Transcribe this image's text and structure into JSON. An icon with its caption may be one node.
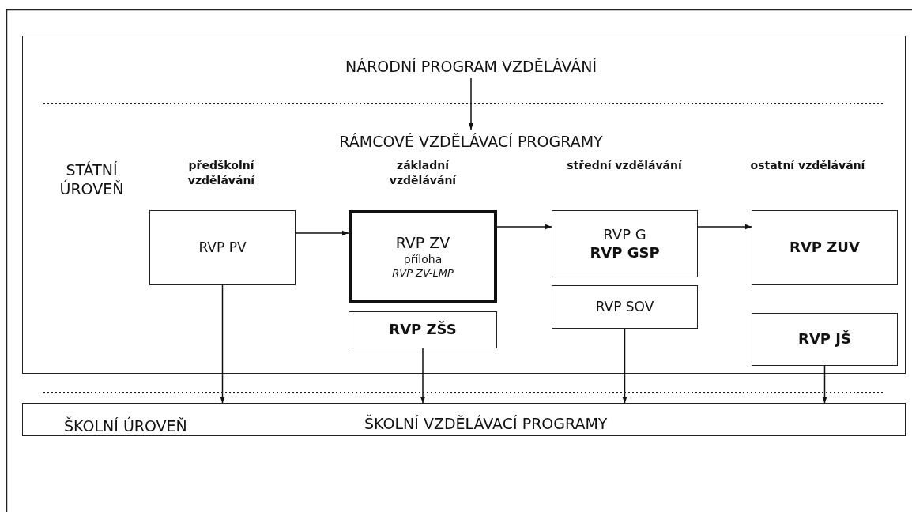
{
  "diagram": {
    "nodes": [
      {
        "text": [
          "STÁTNÍ ÚROVEŇ"
        ]
      },
      {
        "text": [
          "NÁRODNÍ PROGRAM VZDĚLÁVÁNÍ"
        ],
        "in": 0
      },
      {
        "text": [
          "RÁMCOVÉ VZDĚLÁVACÍ PROGRAMY"
        ],
        "in": 0
      },
      {
        "text": [
          "RVP PV"
        ],
        "in": 0
      },
      {
        "text": [
          "RVP ZV",
          "příloha",
          "RVP ZV-LMP"
        ],
        "in": 0
      },
      {
        "text": [
          "RVP ZŠS"
        ],
        "in": 0
      },
      {
        "text": [
          "RVP G",
          "RVP GSP"
        ],
        "in": 0
      },
      {
        "text": [
          "RVP SOV"
        ],
        "in": 0
      },
      {
        "text": [
          "RVP ZUV"
        ],
        "in": 0
      },
      {
        "text": [
          "RVP JŠ"
        ],
        "in": 0
      },
      {
        "text": [
          "ŠKOLNÍ ÚROVEŇ",
          "ŠKOLNÍ VZDĚLÁVACÍ PROGRAMY"
        ]
      }
    ],
    "edges": [
      {
        "from": 1,
        "to": 2,
        "arrow": "to"
      },
      {
        "from": 3,
        "to": 4,
        "arrow": "to"
      },
      {
        "from": 4,
        "to": 6,
        "arrow": "to"
      },
      {
        "from": 6,
        "to": 8,
        "arrow": "to"
      },
      {
        "from": 3,
        "to": 10,
        "arrow": "to"
      },
      {
        "from": 5,
        "to": 10,
        "arrow": "to"
      },
      {
        "from": 7,
        "to": 10,
        "arrow": "to"
      },
      {
        "from": 9,
        "to": 10,
        "arrow": "to"
      }
    ],
    "labels": [
      "předškolní vzdělávání",
      "základní vzdělávání",
      "střední vzdělávání",
      "ostatní vzdělávání"
    ]
  }
}
